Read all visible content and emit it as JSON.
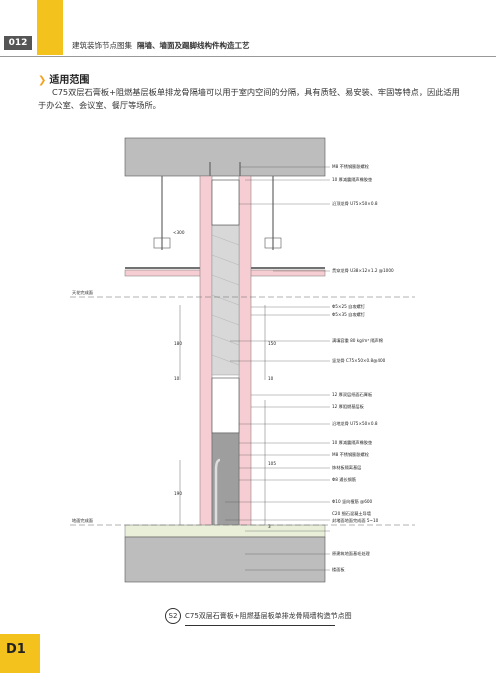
{
  "header": {
    "page_number": "012",
    "book_title": "建筑装饰节点图集",
    "chapter_title": "隔墙、墙面及踢脚线构件构造工艺"
  },
  "section": {
    "title": "适用范围",
    "paragraph": "C75双层石膏板+阻燃基层板单排龙骨隔墙可以用于室内空间的分隔，具有质轻、易安装、牢固等特点，因此适用于办公室、会议室、餐厅等场所。"
  },
  "drawing": {
    "left_labels": {
      "ceiling_level": "天花完成面",
      "floor_level": "地面完成面"
    },
    "dimensions": [
      "<300",
      "180",
      "150",
      "10",
      "10",
      "105",
      "190",
      "3"
    ],
    "callouts": [
      "M8 不锈钢膨胀螺栓",
      "10 厚减震隔声橡胶垫",
      "沿顶龙骨 U75×50×0.8",
      "贯穿龙骨 U38×12×1.2 @1000",
      "Φ5×25 自攻螺钉",
      "Φ5×35 自攻螺钉",
      "满填容重 80 kg/m³ 隔声棉",
      "竖龙骨 C75×50×0.8@400",
      "12 厚双层纸面石膏板",
      "12 厚阻燃基层板",
      "沿地龙骨 U75×50×0.8",
      "10 厚减震隔声橡胶垫",
      "M8 不锈钢膨胀螺栓",
      "饰材板隔离基层",
      "Φ8 通长钢筋",
      "Φ10 竖向植筋 @600",
      "C20 细石混凝土导墙",
      "封堵面地面完成面 5~10",
      "原建筑地面基毛处理",
      "楼面板"
    ]
  },
  "caption": {
    "badge": "S2",
    "text": "C75双层石膏板+阻燃基层板单排龙骨隔墙构造节点图"
  },
  "corner_label": "D1",
  "colors": {
    "accent": "#f3c21c",
    "board_pink": "#f6cdd2",
    "concrete": "#bdbdbd",
    "insulation": "#d8d8d8"
  }
}
